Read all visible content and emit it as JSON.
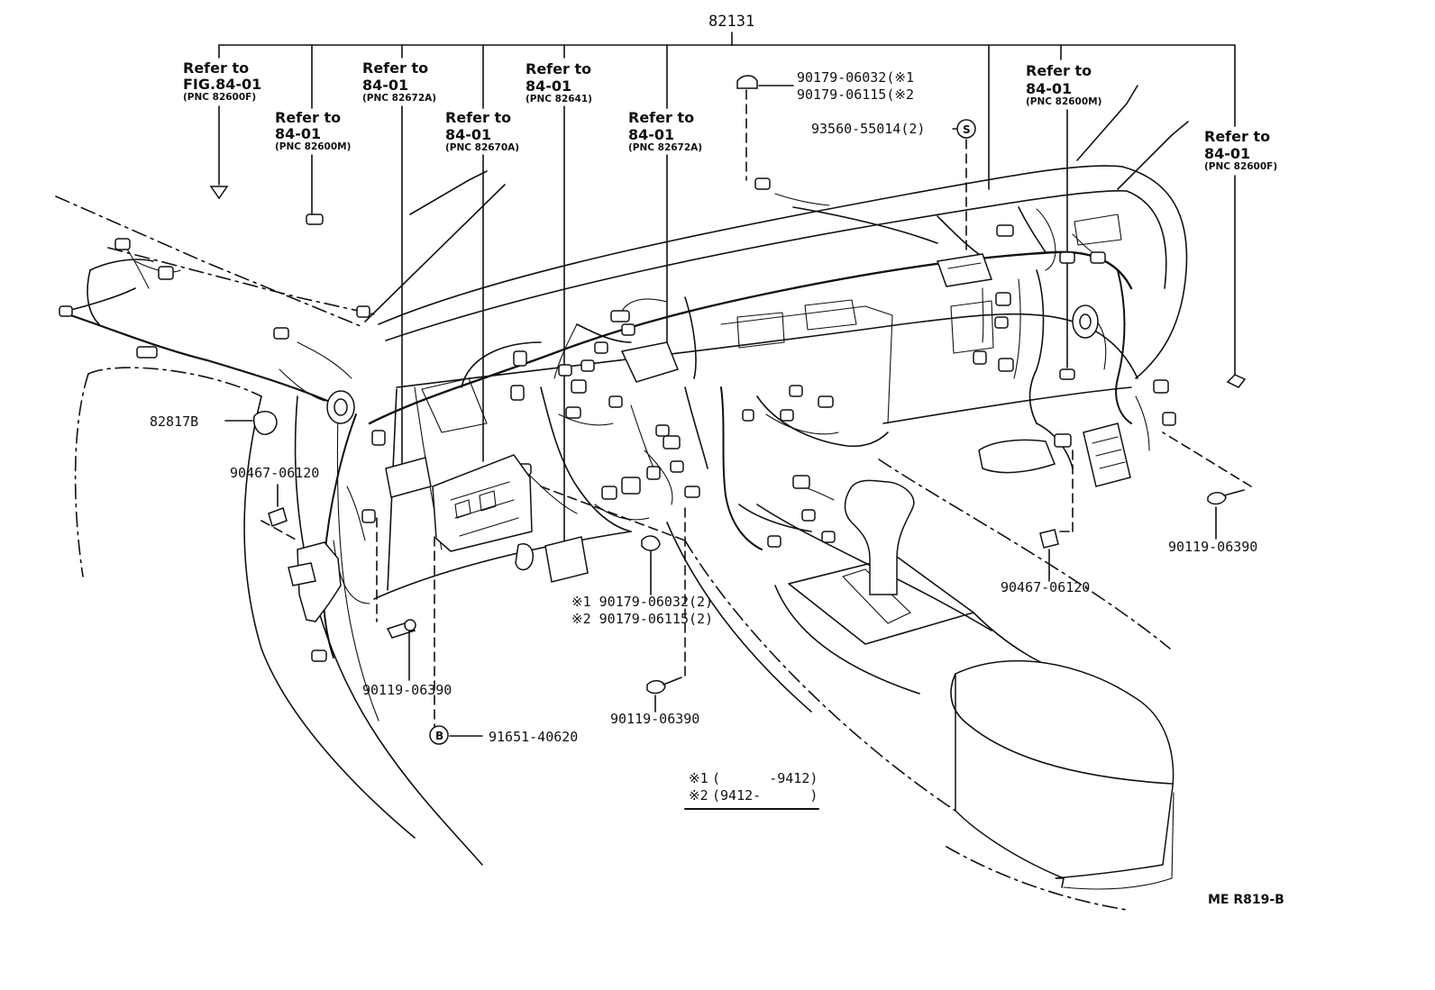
{
  "main_part": "82131",
  "refs": [
    {
      "line1": "Refer to",
      "line2": "FIG.84-01",
      "pnc": "(PNC 82600F)"
    },
    {
      "line1": "Refer to",
      "line2": "84-01",
      "pnc": "(PNC 82600M)"
    },
    {
      "line1": "Refer to",
      "line2": "84-01",
      "pnc": "(PNC 82672A)"
    },
    {
      "line1": "Refer to",
      "line2": "84-01",
      "pnc": "(PNC 82670A)"
    },
    {
      "line1": "Refer to",
      "line2": "84-01",
      "pnc": "(PNC 82641)"
    },
    {
      "line1": "Refer to",
      "line2": "84-01",
      "pnc": "(PNC 82672A)"
    },
    {
      "line1": "Refer to",
      "line2": "84-01",
      "pnc": "(PNC 82600M)"
    },
    {
      "line1": "Refer to",
      "line2": "84-01",
      "pnc": "(PNC 82600F)"
    }
  ],
  "parts": {
    "p82817B": "82817B",
    "p90467_left": "90467-06120",
    "p90119_left": "90119-06390",
    "p91651": "91651-40620",
    "p90179_mid_1": "※1 90179-06032(2)",
    "p90179_mid_2": "※2 90179-06115(2)",
    "p90119_mid": "90119-06390",
    "p90179_top_1": "90179-06032(※1",
    "p90179_top_2": "90179-06115(※2",
    "p93560": "93560-55014(2)",
    "p90467_right": "90467-06120",
    "p90119_right": "90119-06390"
  },
  "markers": {
    "s": "S",
    "b": "B"
  },
  "legend": {
    "row1_mark": "※1",
    "row1_text": "(      -9412)",
    "row2_mark": "※2",
    "row2_text": "(9412-      )"
  },
  "code": "ME R819-B"
}
